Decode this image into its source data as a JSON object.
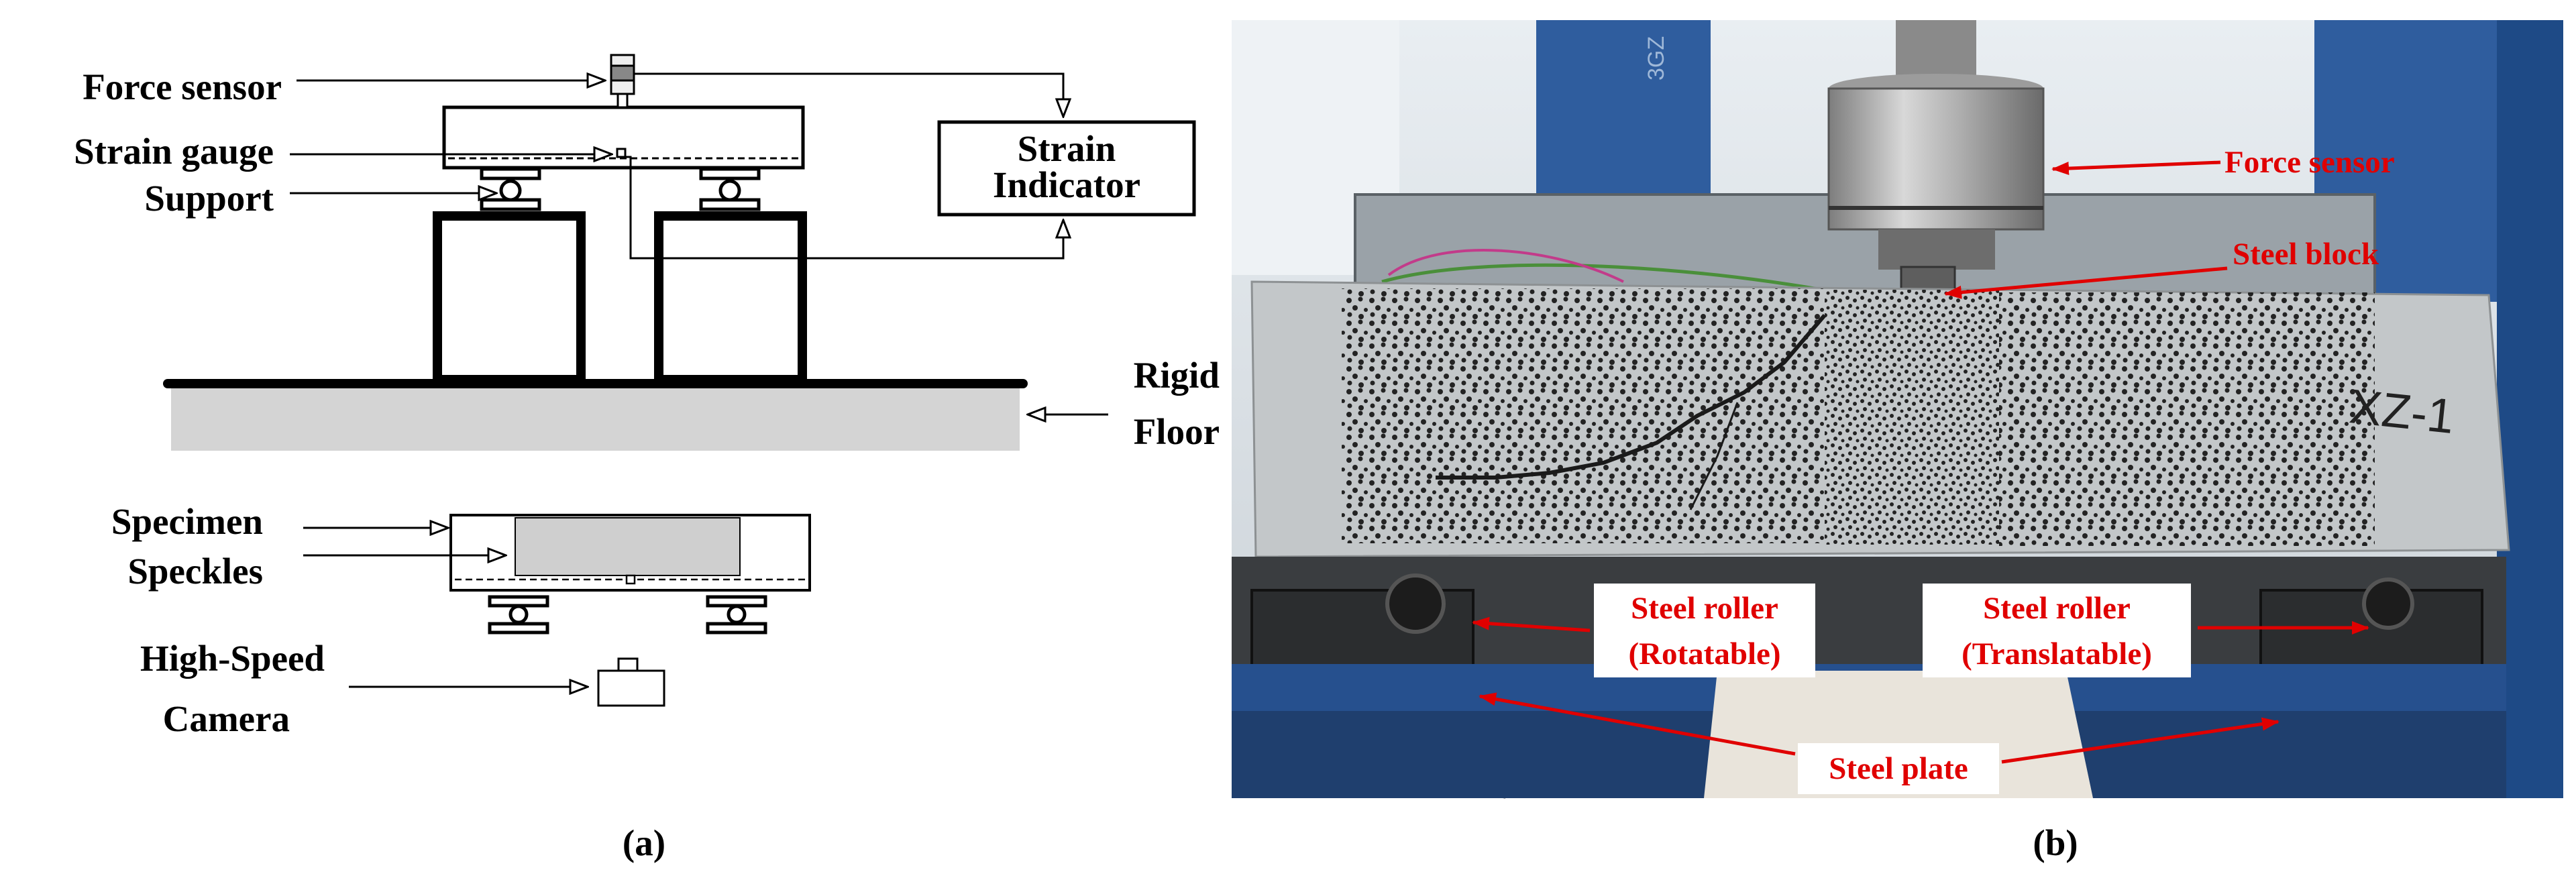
{
  "panel_a": {
    "caption": "(a)",
    "labels": {
      "force_sensor": "Force sensor",
      "strain_gauge": "Strain gauge",
      "support": "Support",
      "strain_indicator_1": "Strain",
      "strain_indicator_2": "Indicator",
      "rigid": "Rigid",
      "floor": "Floor",
      "specimen": "Specimen",
      "speckles": "Speckles",
      "high_speed": "High-Speed",
      "camera": "Camera"
    }
  },
  "panel_b": {
    "caption": "(b)",
    "labels": {
      "force_sensor": "Force sensor",
      "steel_block": "Steel block",
      "roller_left_1": "Steel roller",
      "roller_left_2": "(Rotatable)",
      "roller_right_1": "Steel roller",
      "roller_right_2": "(Translatable)",
      "steel_plate": "Steel plate",
      "specimen_mark": "XZ-1",
      "frame_mark": "3GZ"
    }
  },
  "colors": {
    "annotation_red": "#e00000",
    "floor_gray": "#d4d4d4",
    "frame_blue": "#2f5d9e"
  }
}
